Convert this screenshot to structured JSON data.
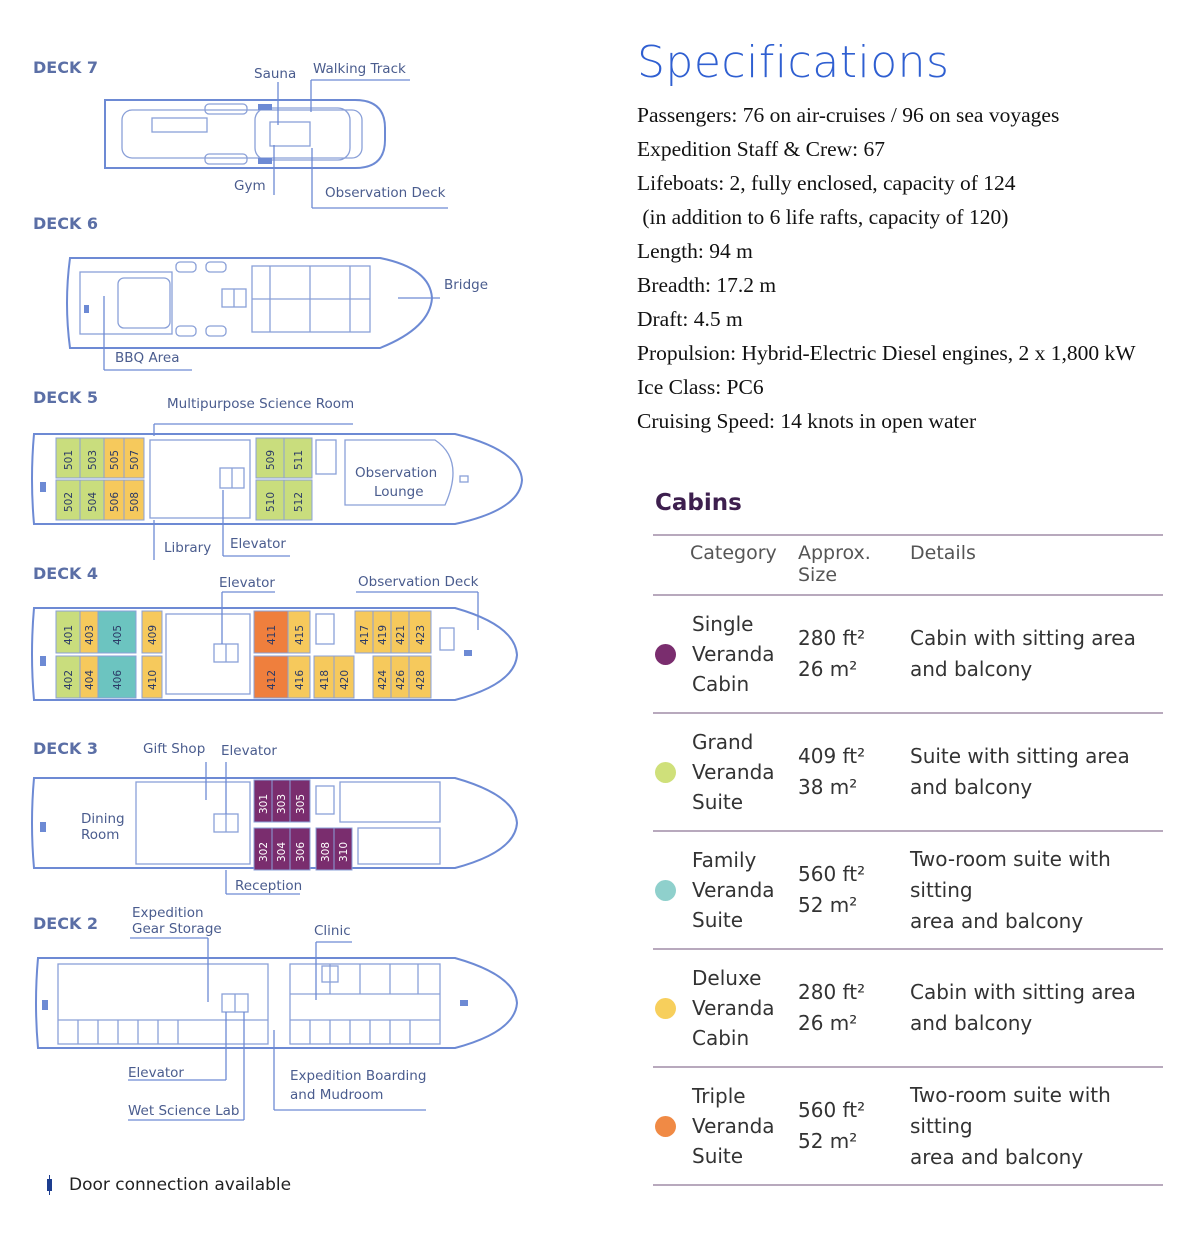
{
  "decks": [
    {
      "title": "DECK 7",
      "labels": {
        "sauna": "Sauna",
        "walking_track": "Walking Track",
        "gym": "Gym",
        "observation_deck": "Observation Deck"
      }
    },
    {
      "title": "DECK 6",
      "labels": {
        "bridge": "Bridge",
        "bbq_area": "BBQ Area"
      }
    },
    {
      "title": "DECK 5",
      "labels": {
        "science_room": "Multipurpose Science Room",
        "observation_lounge_1": "Observation",
        "observation_lounge_2": "Lounge",
        "library": "Library",
        "elevator": "Elevator"
      },
      "cabins": [
        "501",
        "503",
        "505",
        "507",
        "502",
        "504",
        "506",
        "508",
        "509",
        "511",
        "510",
        "512"
      ]
    },
    {
      "title": "DECK 4",
      "labels": {
        "elevator": "Elevator",
        "observation_deck": "Observation Deck"
      },
      "cabins": [
        "401",
        "403",
        "405",
        "409",
        "402",
        "404",
        "406",
        "410",
        "411",
        "415",
        "412",
        "416",
        "417",
        "419",
        "421",
        "423",
        "418",
        "420",
        "424",
        "426",
        "428"
      ]
    },
    {
      "title": "DECK 3",
      "labels": {
        "gift_shop": "Gift Shop",
        "elevator": "Elevator",
        "dining_1": "Dining",
        "dining_2": "Room",
        "reception": "Reception"
      },
      "cabins": [
        "301",
        "303",
        "305",
        "302",
        "304",
        "306",
        "308",
        "310"
      ]
    },
    {
      "title": "DECK 2",
      "labels": {
        "gear_storage_1": "Expedition",
        "gear_storage_2": "Gear Storage",
        "clinic": "Clinic",
        "elevator": "Elevator",
        "wet_lab": "Wet Science Lab",
        "boarding_1": "Expedition Boarding",
        "boarding_2": "and Mudroom"
      }
    }
  ],
  "legend": {
    "text": "Door connection available"
  },
  "specifications": {
    "title": "Specifications",
    "lines": [
      "Passengers: 76 on air-cruises / 96 on sea voyages",
      "Expedition Staff & Crew: 67",
      "Lifeboats: 2, fully enclosed, capacity of 124",
      " (in addition to 6 life rafts, capacity of 120)",
      "Length: 94 m",
      "Breadth: 17.2 m",
      "Draft: 4.5 m",
      "Propulsion: Hybrid-Electric Diesel engines, 2 x 1,800 kW",
      "Ice Class: PC6",
      "Cruising Speed: 14 knots in open water"
    ]
  },
  "cabins": {
    "title": "Cabins",
    "headers": {
      "category": "Category",
      "size_1": "Approx.",
      "size_2": "Size",
      "details": "Details"
    },
    "rows": [
      {
        "name": [
          "Single",
          "Veranda",
          "Cabin"
        ],
        "color": "#7a2d6e",
        "size_ft": "280 ft²",
        "size_m": "26 m²",
        "details": [
          "Cabin with sitting area",
          "and balcony"
        ]
      },
      {
        "name": [
          "Grand",
          "Veranda",
          "Suite"
        ],
        "color": "#cfe07a",
        "size_ft": "409 ft²",
        "size_m": "38 m²",
        "details": [
          "Suite with sitting area",
          "and balcony"
        ]
      },
      {
        "name": [
          "Family",
          "Veranda",
          "Suite"
        ],
        "color": "#8fd0cc",
        "size_ft": "560 ft²",
        "size_m": "52 m²",
        "details": [
          "Two-room suite with sitting",
          "area and balcony"
        ]
      },
      {
        "name": [
          "Deluxe",
          "Veranda",
          "Cabin"
        ],
        "color": "#f7cf5c",
        "size_ft": "280 ft²",
        "size_m": "26 m²",
        "details": [
          "Cabin with sitting area",
          "and balcony"
        ]
      },
      {
        "name": [
          "Triple",
          "Veranda",
          "Suite"
        ],
        "color": "#f08a45",
        "size_ft": "560 ft²",
        "size_m": "52 m²",
        "details": [
          "Two-room suite with sitting",
          "area and balcony"
        ]
      }
    ]
  },
  "colors": {
    "hull": "#6d8ad4",
    "single": "#7a2d6e",
    "grand": "#c9dd7d",
    "family": "#6cc4c0",
    "deluxe": "#f6c95c",
    "triple": "#ef7f3d"
  }
}
